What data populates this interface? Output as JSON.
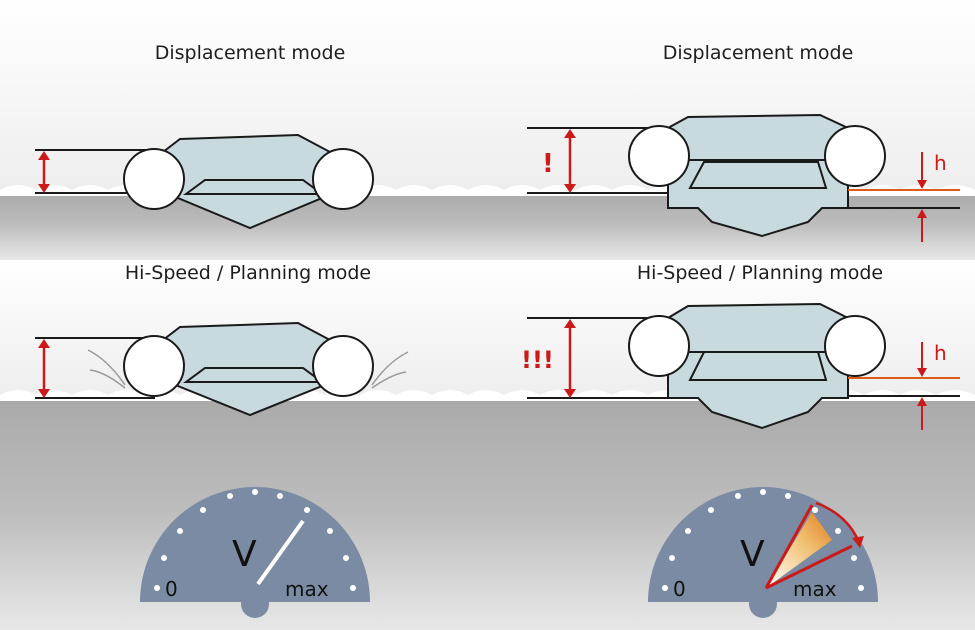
{
  "labels": {
    "left_top": "Displacement mode",
    "right_top": "Displacement mode",
    "left_bottom": "Hi-Speed / Planning mode",
    "right_bottom": "Hi-Speed / Planning mode"
  },
  "markers": {
    "single": "!",
    "triple": "!!!",
    "h": "h"
  },
  "gauge": {
    "symbol": "V",
    "min_label": "0",
    "max_label": "max"
  },
  "colors": {
    "hull_fill": "#c8dadd",
    "gauge_fill": "#7b8ba3",
    "arrow_red": "#cc1a1a",
    "water_line": "#e05a1a"
  }
}
